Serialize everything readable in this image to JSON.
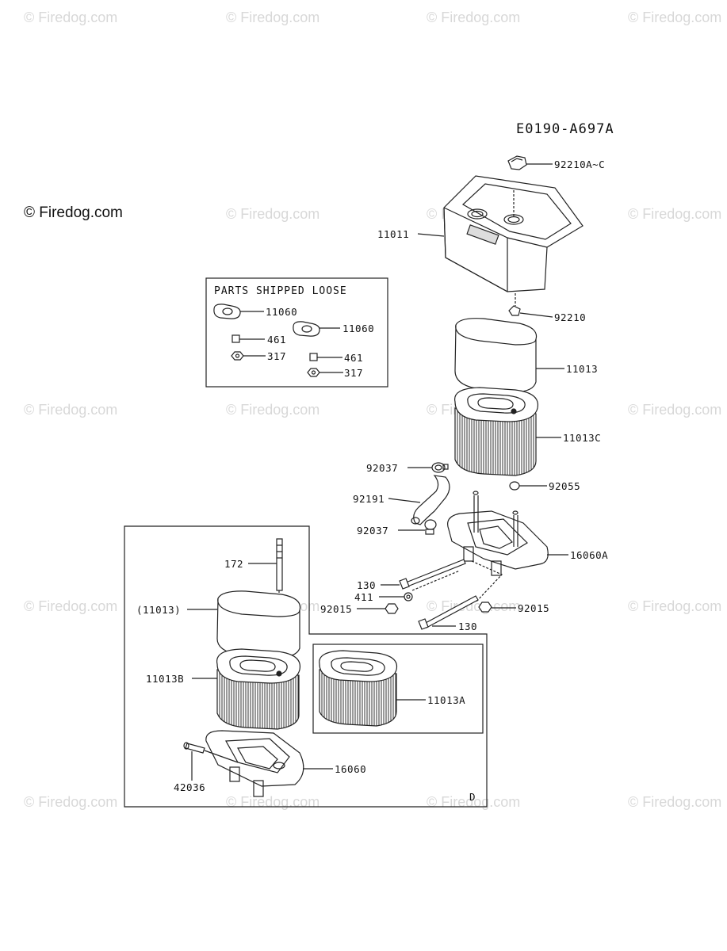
{
  "diagram_code": "E0190-A697A",
  "copyright": "© Firedog.com",
  "watermark": "© Firedog.com",
  "box_title": "PARTS SHIPPED LOOSE",
  "labels": {
    "p92210A_C": "92210A~C",
    "p11011": "11011",
    "p92210": "92210",
    "p11013": "11013",
    "p11013C": "11013C",
    "p92037a": "92037",
    "p92055": "92055",
    "p92191": "92191",
    "p92037b": "92037",
    "p16060A": "16060A",
    "p130a": "130",
    "p411": "411",
    "p92015a": "92015",
    "p92015b": "92015",
    "p130b": "130",
    "p172": "172",
    "p11013paren": "(11013)",
    "p11013B": "11013B",
    "p11013A": "11013A",
    "p16060": "16060",
    "p42036": "42036",
    "pD": "D",
    "loose_11060a": "11060",
    "loose_461a": "461",
    "loose_317a": "317",
    "loose_11060b": "11060",
    "loose_461b": "461",
    "loose_317b": "317"
  }
}
